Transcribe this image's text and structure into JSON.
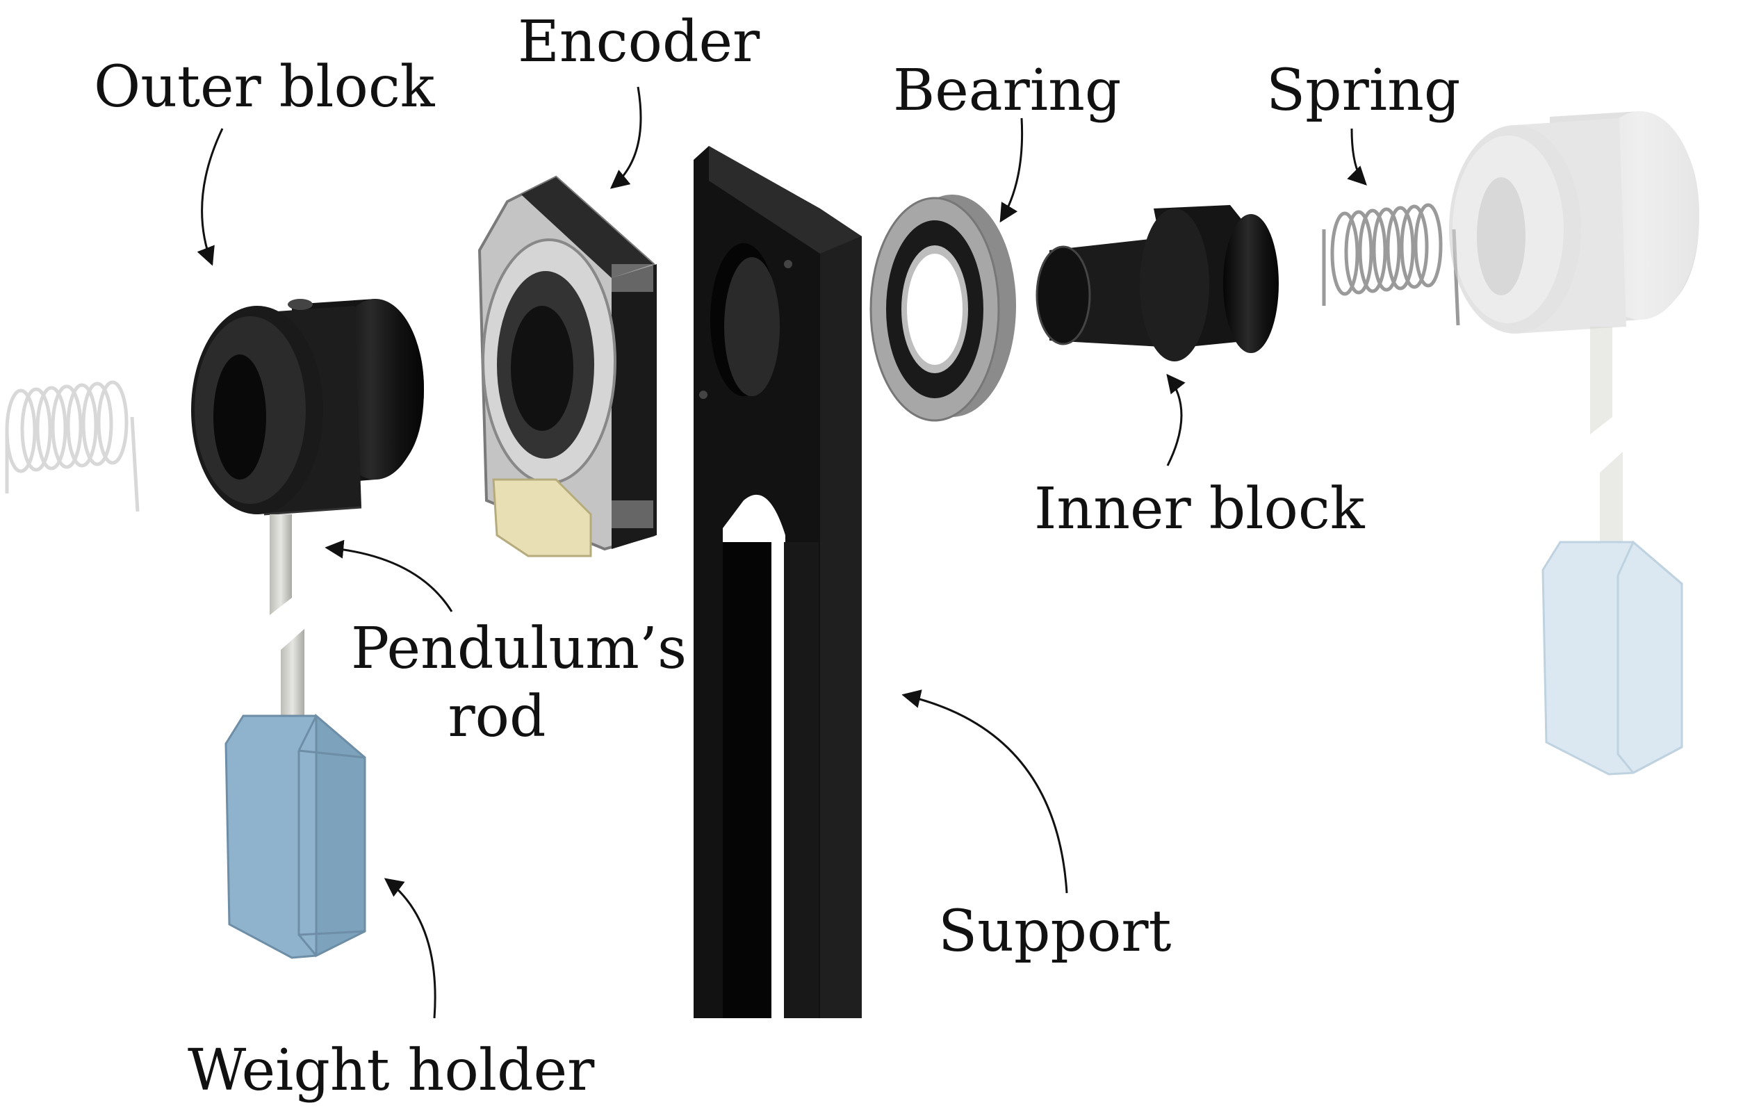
{
  "labels": {
    "outer_block": "Outer block",
    "encoder": "Encoder",
    "bearing": "Bearing",
    "spring": "Spring",
    "inner_block": "Inner block",
    "pendulum_rod_line1": "Pendulum’s",
    "pendulum_rod_line2": "rod",
    "support": "Support",
    "weight_holder": "Weight holder"
  },
  "colors": {
    "black_part": "#121212",
    "weight_holder": "#8fb3cc",
    "ghost_weight": "#dbe8f2",
    "encoder_gray": "#b9b9b9",
    "encoder_connector": "#e8dfb4",
    "arrow": "#111111"
  }
}
